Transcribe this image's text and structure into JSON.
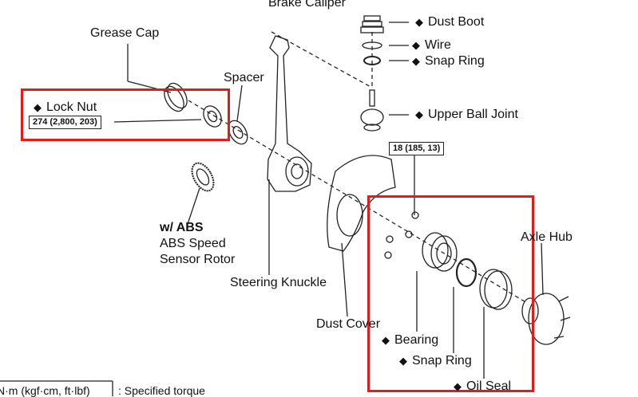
{
  "labels": {
    "brake_caliper": "Brake Caliper",
    "grease_cap": "Grease Cap",
    "spacer": "Spacer",
    "lock_nut": "Lock Nut",
    "lock_nut_torque": "274 (2,800, 203)",
    "dust_boot": "Dust Boot",
    "wire": "Wire",
    "snap_ring_top": "Snap Ring",
    "upper_ball_joint": "Upper Ball Joint",
    "dust_cover_torque": "18 (185, 13)",
    "abs_prefix": "w/  ABS",
    "abs_line1": "ABS Speed",
    "abs_line2": "Sensor Rotor",
    "steering_knuckle": "Steering Knuckle",
    "dust_cover": "Dust Cover",
    "axle_hub": "Axle Hub",
    "bearing": "Bearing",
    "snap_ring_bottom": "Snap Ring",
    "oil_seal": "Oil Seal"
  },
  "legend": {
    "unit": "N·m (kgf·cm, ft·lbf)",
    "text": ": Specified torque"
  },
  "symbols": {
    "diamond": "◆"
  },
  "colors": {
    "highlight": "#e21b1b",
    "line": "#222222"
  }
}
